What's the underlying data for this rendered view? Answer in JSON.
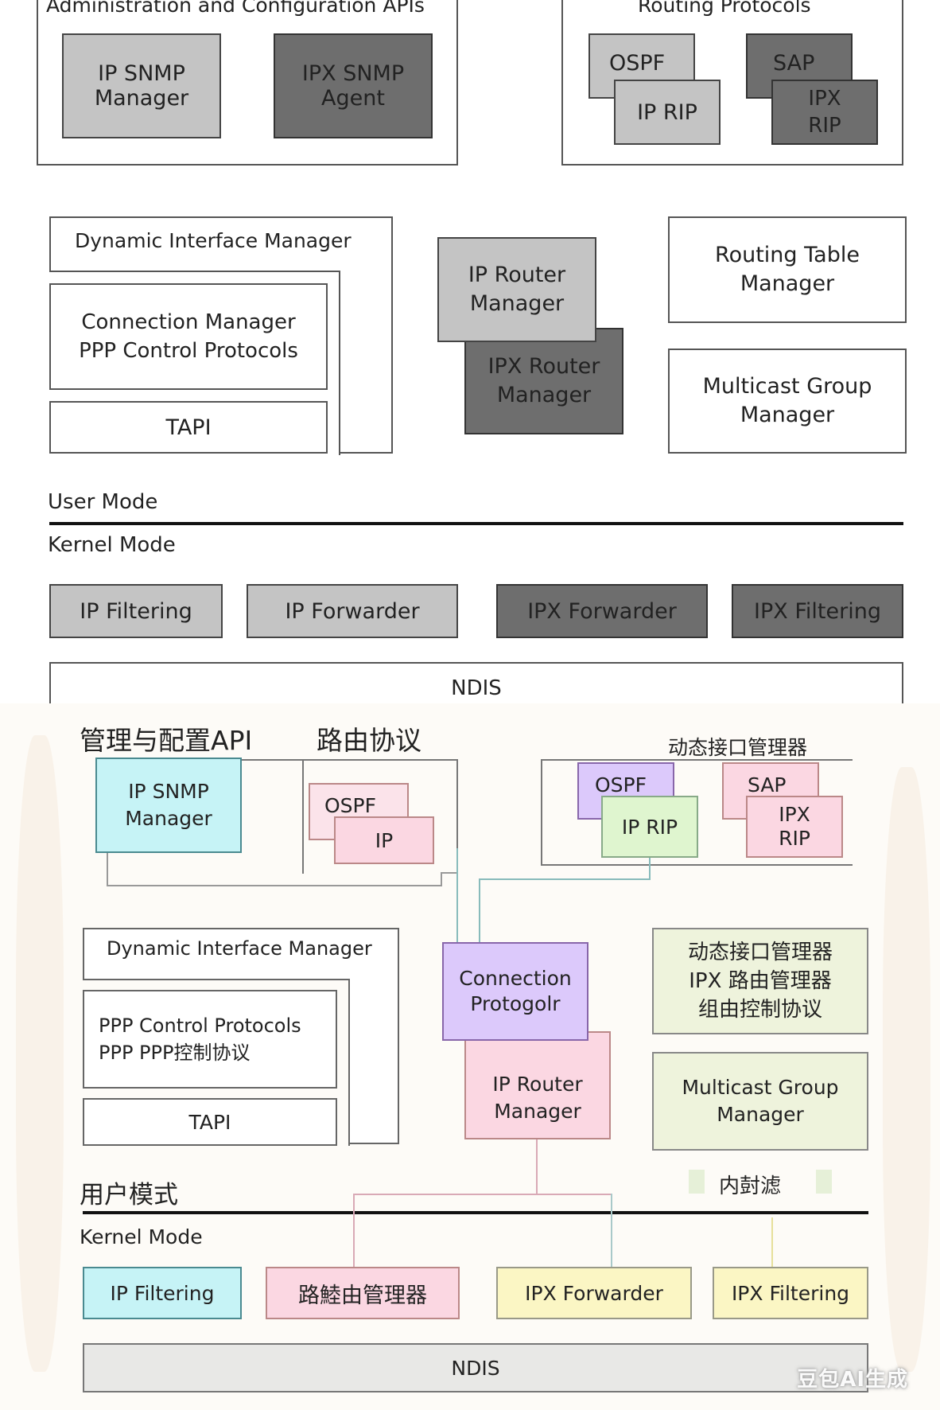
{
  "top": {
    "admin_title": "Administration and Configuration APIs",
    "routing_title": "Routing Protocols",
    "ip_snmp": "IP SNMP\nManager",
    "ipx_snmp": "IPX SNMP\nAgent",
    "ospf": "OSPF",
    "ip_rip": "IP RIP",
    "sap": "SAP",
    "ipx_rip": "IPX\nRIP",
    "dim": "Dynamic Interface Manager",
    "conn_mgr": "Connection Manager\nPPP Control Protocols",
    "tapi": "TAPI",
    "ip_router": "IP Router\nManager",
    "ipx_router": "IPX Router\nManager",
    "routing_table": "Routing Table\nManager",
    "multicast": "Multicast Group\nManager",
    "user_mode": "User Mode",
    "kernel_mode": "Kernel Mode",
    "ip_filtering": "IP Filtering",
    "ip_forwarder": "IP Forwarder",
    "ipx_forwarder": "IPX Forwarder",
    "ipx_filtering": "IPX Filtering",
    "ndis": "NDIS"
  },
  "bottom": {
    "admin_title": "管理与配置API",
    "routing_title": "路由协议",
    "right_title": "动态接口管理器",
    "ip_snmp": "IP SNMP\nManager",
    "ospf_left": "OSPF",
    "ip_left": "IP",
    "ospf_right": "OSPF",
    "ip_rip": "IP RIP",
    "sap": "SAP",
    "ipx_rip": "IPX\nRIP",
    "dim": "Dynamic Interface Manager",
    "ppp": "PPP Control Protocols\nPPP PPP控制协议",
    "tapi": "TAPI",
    "connection": "Connection\nProtogolr",
    "ip_router": "IP Router\nManager",
    "green_box": "动态接口管理器\nIPX 路由管理器\n组由控制协议",
    "multicast": "Multicast Group\nManager",
    "inner_filter": "内尌滤",
    "user_mode": "用户模式",
    "kernel_mode": "Kernel Mode",
    "ip_filtering": "IP Filtering",
    "router_mgr_cn": "路鯥由管理器",
    "ipx_forwarder": "IPX Forwarder",
    "ipx_filtering": "IPX Filtering",
    "ndis": "NDIS"
  },
  "watermark": "豆包AI生成",
  "colors": {
    "top_light_gray": "#c4c4c4",
    "top_dark_gray": "#6e6e6e",
    "cyan": "#c6f3f6",
    "pink": "#fbd7e2",
    "purple": "#dcc9fb",
    "light_green": "#dff5cf",
    "pale_green": "#eef3dc",
    "yellow": "#fbf6c4",
    "gray_ndis": "#e8e8e6"
  }
}
